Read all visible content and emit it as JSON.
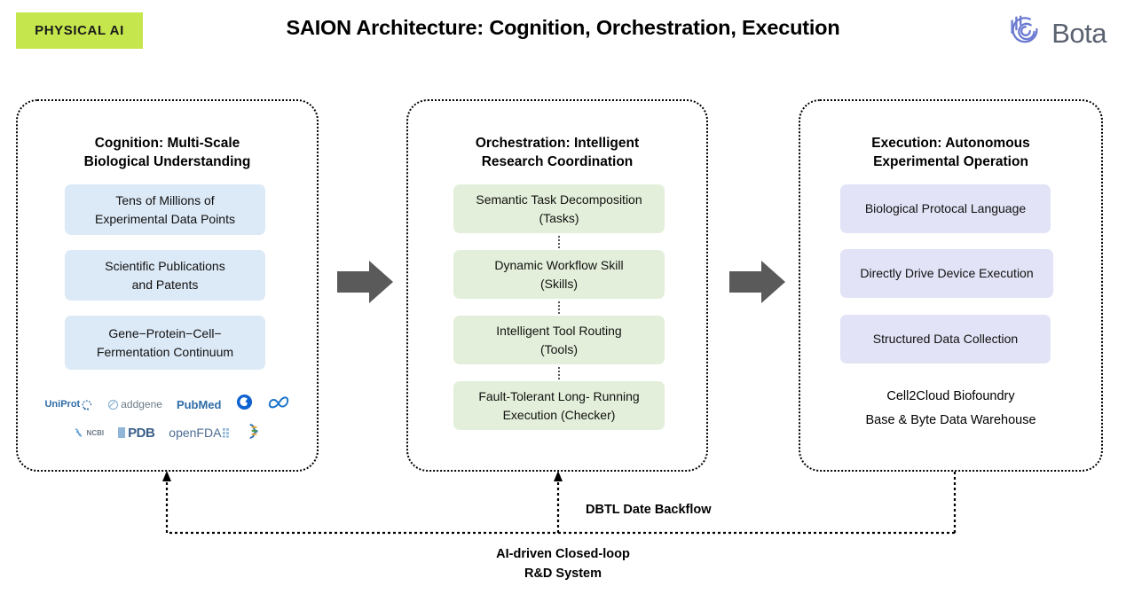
{
  "header": {
    "badge": "PHYSICAL AI",
    "title": "SAION Architecture: Cognition, Orchestration, Execution",
    "brand": "Bota",
    "brand_icon": "bota-spiral-logo",
    "badge_color": "#c5e64c",
    "brand_color": "#6b7ad1"
  },
  "panels": [
    {
      "id": "cognition",
      "title_line1": "Cognition: Multi-Scale",
      "title_line2": "Biological Understanding",
      "card_color": "#dce9f6",
      "cards": [
        {
          "line1": "Tens of Millions of",
          "line2": "Experimental Data Points"
        },
        {
          "line1": "Scientific Publications",
          "line2": "and Patents"
        },
        {
          "line1": "Gene−Protein−Cell−",
          "line2": "Fermentation Continuum"
        }
      ],
      "databases_row1": [
        "UniProt",
        "addgene",
        "PubMed",
        "circle-mark",
        "meta-infinity"
      ],
      "databases_row2": [
        "NCBI",
        "PDB",
        "openFDA",
        "helix-mark"
      ]
    },
    {
      "id": "orchestration",
      "title_line1": "Orchestration: Intelligent",
      "title_line2": "Research Coordination",
      "card_color": "#e3efda",
      "cards": [
        {
          "line1": "Semantic Task Decomposition",
          "line2": "(Tasks)"
        },
        {
          "line1": "Dynamic Workflow Skill",
          "line2": "(Skills)"
        },
        {
          "line1": "Intelligent Tool Routing",
          "line2": "(Tools)"
        },
        {
          "line1": "Fault-Tolerant Long- Running",
          "line2": "Execution (Checker)"
        }
      ]
    },
    {
      "id": "execution",
      "title_line1": "Execution: Autonomous",
      "title_line2": "Experimental Operation",
      "card_color": "#e2e3f6",
      "cards": [
        {
          "line1": "Biological Protocal Language",
          "line2": ""
        },
        {
          "line1": "Directly Drive Device Execution",
          "line2": ""
        },
        {
          "line1": "Structured Data Collection",
          "line2": ""
        }
      ],
      "footnote_line1": "Cell2Cloud Biofoundry",
      "footnote_line2": "Base & Byte Data Warehouse"
    }
  ],
  "arrows": {
    "arrow1_name": "cognition-to-orchestration-arrow",
    "arrow2_name": "orchestration-to-execution-arrow",
    "color": "#5a5a5a"
  },
  "feedback": {
    "label": "DBTL Date Backflow",
    "bottom_line1": "AI-driven Closed-loop",
    "bottom_line2": "R&D System"
  }
}
